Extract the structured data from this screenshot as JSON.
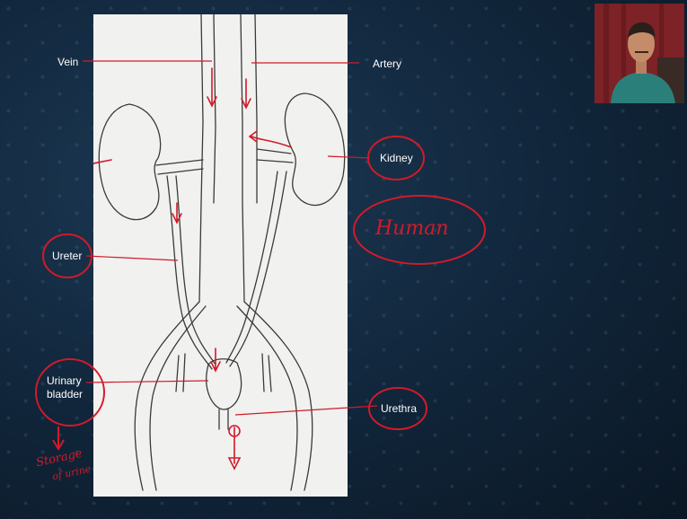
{
  "labels": {
    "vein": "Vein",
    "artery": "Artery",
    "kidney": "Kidney",
    "ureter": "Ureter",
    "urinary_bladder_line1": "Urinary",
    "urinary_bladder_line2": "bladder",
    "urethra": "Urethra"
  },
  "annotations": {
    "human": "Human",
    "storage_line1": "Storage",
    "storage_line2": "of urine"
  },
  "colors": {
    "ink_red": "#d21a2a",
    "pencil": "#3a3a3a",
    "paper": "#f1f1ef"
  }
}
